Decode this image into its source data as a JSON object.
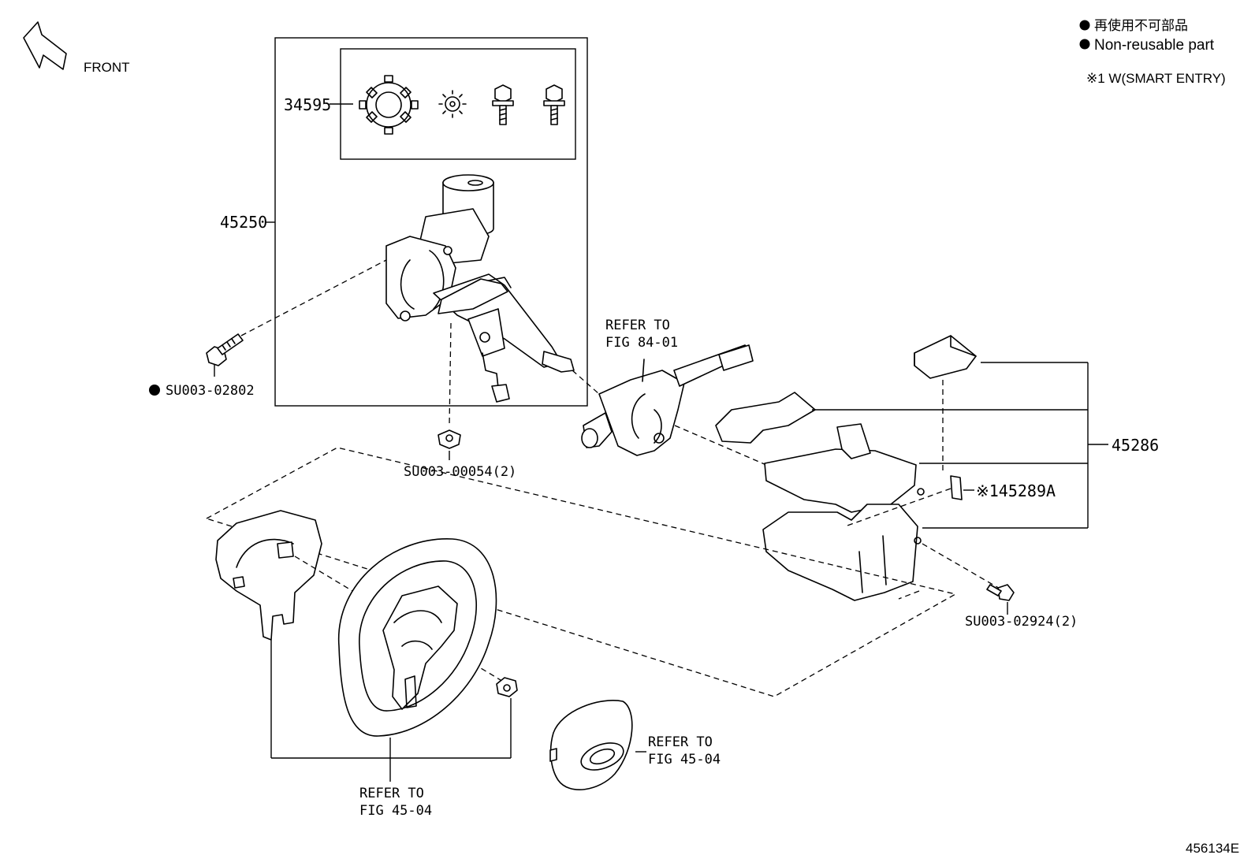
{
  "orientation": {
    "front_label": "FRONT"
  },
  "legend": {
    "non_reusable_jp": "再使用不可部品",
    "non_reusable_en": "Non-reusable part",
    "note": "※1 W(SMART ENTRY)"
  },
  "parts": {
    "p34595": "34595",
    "p45250": "45250",
    "bolt_02802": "SU003-02802",
    "nut_00054": "SU003-00054(2)",
    "p45286": "45286",
    "p145289a": "※145289A",
    "screw_02924": "SU003-02924(2)"
  },
  "references": {
    "combination_switch": {
      "line1": "REFER TO",
      "line2": "FIG 84-01"
    },
    "steering_wheel": {
      "line1": "REFER TO",
      "line2": "FIG 45-04"
    },
    "horn_pad": {
      "line1": "REFER TO",
      "line2": "FIG 45-04"
    }
  },
  "figure_id": "456134E"
}
